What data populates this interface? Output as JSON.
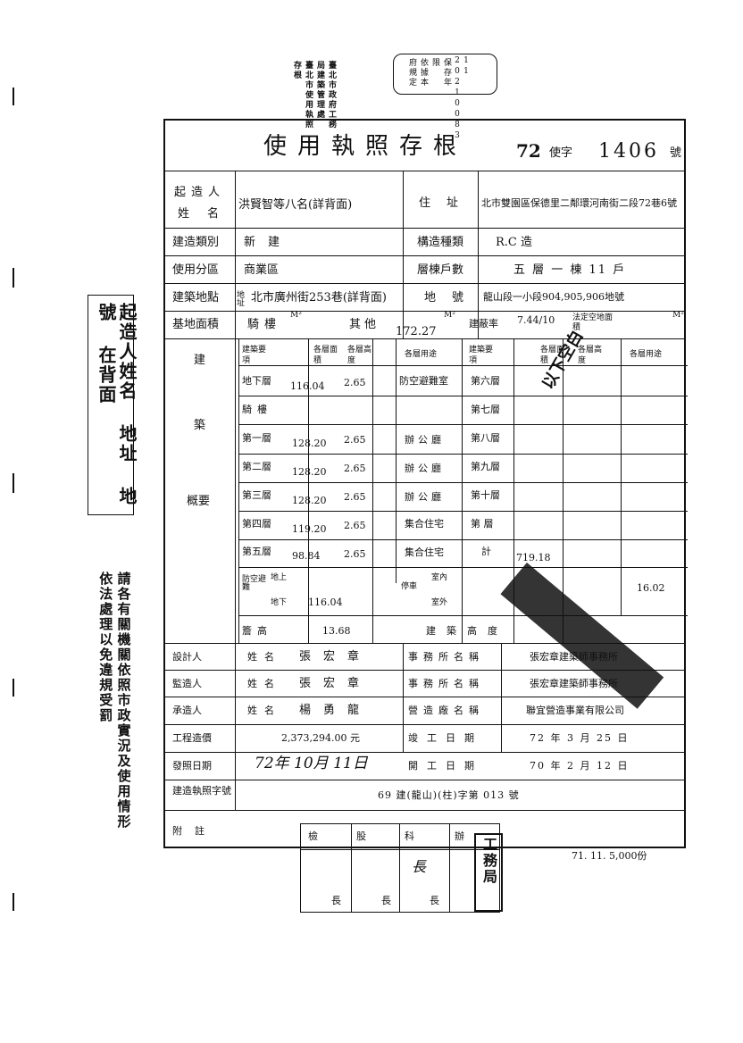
{
  "header": {
    "stamp_left": "臺北市政府工務局建築管理處 臺北市使用執照存根",
    "stamp_right_1": "依據本府規定",
    "stamp_right_2": "保存年限",
    "stamp_right_code": "11 20210083"
  },
  "side_note_left": "起造人姓名 地址 地號 在背面",
  "side_note_bottom": "請各有關機關依照市政實況及使用情形依法處理以免違規受罰",
  "form": {
    "title": "使用執照存根",
    "number_prefix": "72",
    "number_word": "使字",
    "number": "1406",
    "number_suffix": "號",
    "applicant_label_1": "起造人",
    "applicant_label_2": "姓名",
    "applicant_name": "洪賢智等八名(詳背面)",
    "address_label": "住址",
    "address_value": "北市雙園區保德里二鄰環河南街二段72巷6號",
    "building_type_label": "建造類別",
    "building_type": "新建",
    "structure_label": "構造種類",
    "structure": "R.C 造",
    "zone_label": "使用分區",
    "zone": "商業區",
    "floors_label": "層棟戶數",
    "floors_value": "五 層 一 棟 11 戶",
    "site_label": "建築地點",
    "site_prefix": "地址",
    "site_address": "北市廣州街253巷(詳背面)",
    "lot_label": "地號",
    "lot_value": "龍山段一小段904,905,906地號",
    "base_area_label": "基地面積",
    "base_roof_label": "騎樓",
    "base_other_label": "其他",
    "base_other_value": "172.27",
    "coverage_label": "建蔽率",
    "coverage_value": "7.44/10",
    "open_space_label": "法定空地面積",
    "unit_m2": "M²",
    "unit_m": "M",
    "side_label_build": "建",
    "side_label_structure": "築",
    "side_label_summary": "概要",
    "col_item": "建築要項",
    "col_area": "各層面積",
    "col_height": "各層高度",
    "col_use": "各層用途",
    "rows_left": [
      {
        "item": "地下層",
        "area": "116.04",
        "height": "2.65",
        "use": "防空避難室"
      },
      {
        "item": "騎樓",
        "area": "",
        "height": "",
        "use": ""
      },
      {
        "item": "第一層",
        "area": "128.20",
        "height": "2.65",
        "use": "辦公廳"
      },
      {
        "item": "第二層",
        "area": "128.20",
        "height": "2.65",
        "use": "辦公廳"
      },
      {
        "item": "第三層",
        "area": "128.20",
        "height": "2.65",
        "use": "辦公廳"
      },
      {
        "item": "第四層",
        "area": "119.20",
        "height": "2.65",
        "use": "集合住宅"
      },
      {
        "item": "第五層",
        "area": "98.84",
        "height": "2.65",
        "use": "集合住宅"
      }
    ],
    "rows_right": [
      "第六層",
      "第七層",
      "第八層",
      "第九層",
      "第十層",
      "第 層",
      "計"
    ],
    "total_area": "719.18",
    "annotation_handwritten": "以下空白",
    "basement_label": "防空避難",
    "above_label": "地上",
    "under_label": "地下",
    "under_value": "116.04",
    "indoor_label": "室內",
    "outdoor_label": "室外",
    "parking_label": "停車",
    "parking_value": "16.02",
    "eave_label": "簷高",
    "eave_value": "13.68",
    "building_height_label": "建築高度",
    "designer_label": "設計人",
    "designer_name": "張宏章",
    "office_label": "事務所名稱",
    "designer_office": "張宏章建築師事務所",
    "supervisor_label": "監造人",
    "supervisor_name": "張宏章",
    "supervisor_office": "張宏章建築師事務所",
    "contractor_label": "承造人",
    "contractor_name": "楊勇龍",
    "company_label": "營造廠名稱",
    "contractor_company": "聯宜營造事業有限公司",
    "cost_label": "工程造價",
    "cost_value": "2,373,294.00 元",
    "completion_label": "竣工日期",
    "completion_value": "72 年 3 月 25 日",
    "issue_label": "發照日期",
    "issue_value": "72年 10月 11日",
    "start_label": "開工日期",
    "start_value": "70 年 2 月 12 日",
    "permit_label": "建造執照字號",
    "permit_value": "69 建(龍山)(柱)字第 013 號",
    "notes_label": "附註",
    "name_label": "姓名"
  },
  "signoff": {
    "labels": [
      "檢",
      "股",
      "科",
      "長",
      "長",
      "長",
      "辦"
    ],
    "handwriting": "長",
    "seal": "工務局"
  },
  "footer": {
    "print_info": "71. 11. 5,000份"
  }
}
